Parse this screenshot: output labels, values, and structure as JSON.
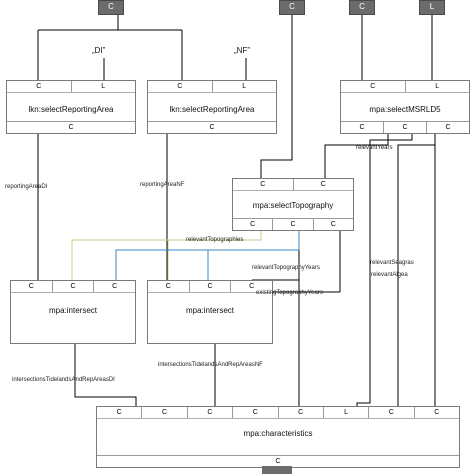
{
  "top_ports": [
    {
      "letter": "C"
    },
    {
      "letter": "C"
    },
    {
      "letter": "C"
    },
    {
      "letter": "L"
    }
  ],
  "literals": {
    "di": "„DI”",
    "nf": "„NF”"
  },
  "boxes": {
    "lkn1": {
      "title": "lkn:selectReportingArea",
      "inputs": [
        "C",
        "L"
      ],
      "outputs": [
        "C"
      ]
    },
    "lkn2": {
      "title": "lkn:selectReportingArea",
      "inputs": [
        "C",
        "L"
      ],
      "outputs": [
        "C"
      ]
    },
    "msrld5": {
      "title": "mpa:selectMSRLD5",
      "inputs": [
        "C",
        "L"
      ],
      "outputs": [
        "C",
        "C",
        "C"
      ]
    },
    "topo": {
      "title": "mpa:selectTopography",
      "inputs": [
        "C",
        "C"
      ],
      "outputs": [
        "C",
        "C",
        "C"
      ]
    },
    "inter1": {
      "title": "mpa:intersect",
      "inputs": [
        "C",
        "C",
        "C"
      ]
    },
    "inter2": {
      "title": "mpa:intersect",
      "inputs": [
        "C",
        "C",
        "C"
      ]
    },
    "chars": {
      "title": "mpa:characteristics",
      "inputs": [
        "C",
        "C",
        "C",
        "C",
        "C",
        "L",
        "C",
        "C"
      ],
      "outputs": [
        "C"
      ]
    }
  },
  "edge_labels": {
    "reporting_di": "reportingAreaDI",
    "reporting_nf": "reportingAreaNF",
    "relevant_years": "relevantYears",
    "relevant_topographies": "relevantTopographies",
    "relevant_topography_years": "relevantTopographyYears",
    "existing_topography_years": "existingTopographyYears",
    "relevant_algea": "relevantAlgea",
    "relevant_seagras": "relevantSeagras",
    "intersections_di": "intersectionsTidelandsAndRepAreasDI",
    "intersections_nf": "intersectionsTidelandsAndRepAreasNF"
  },
  "colors": {
    "port_fill": "#6b6b6b",
    "wire": "#000000",
    "wire_green": "#b9d48a",
    "wire_blue": "#3a86c8"
  }
}
